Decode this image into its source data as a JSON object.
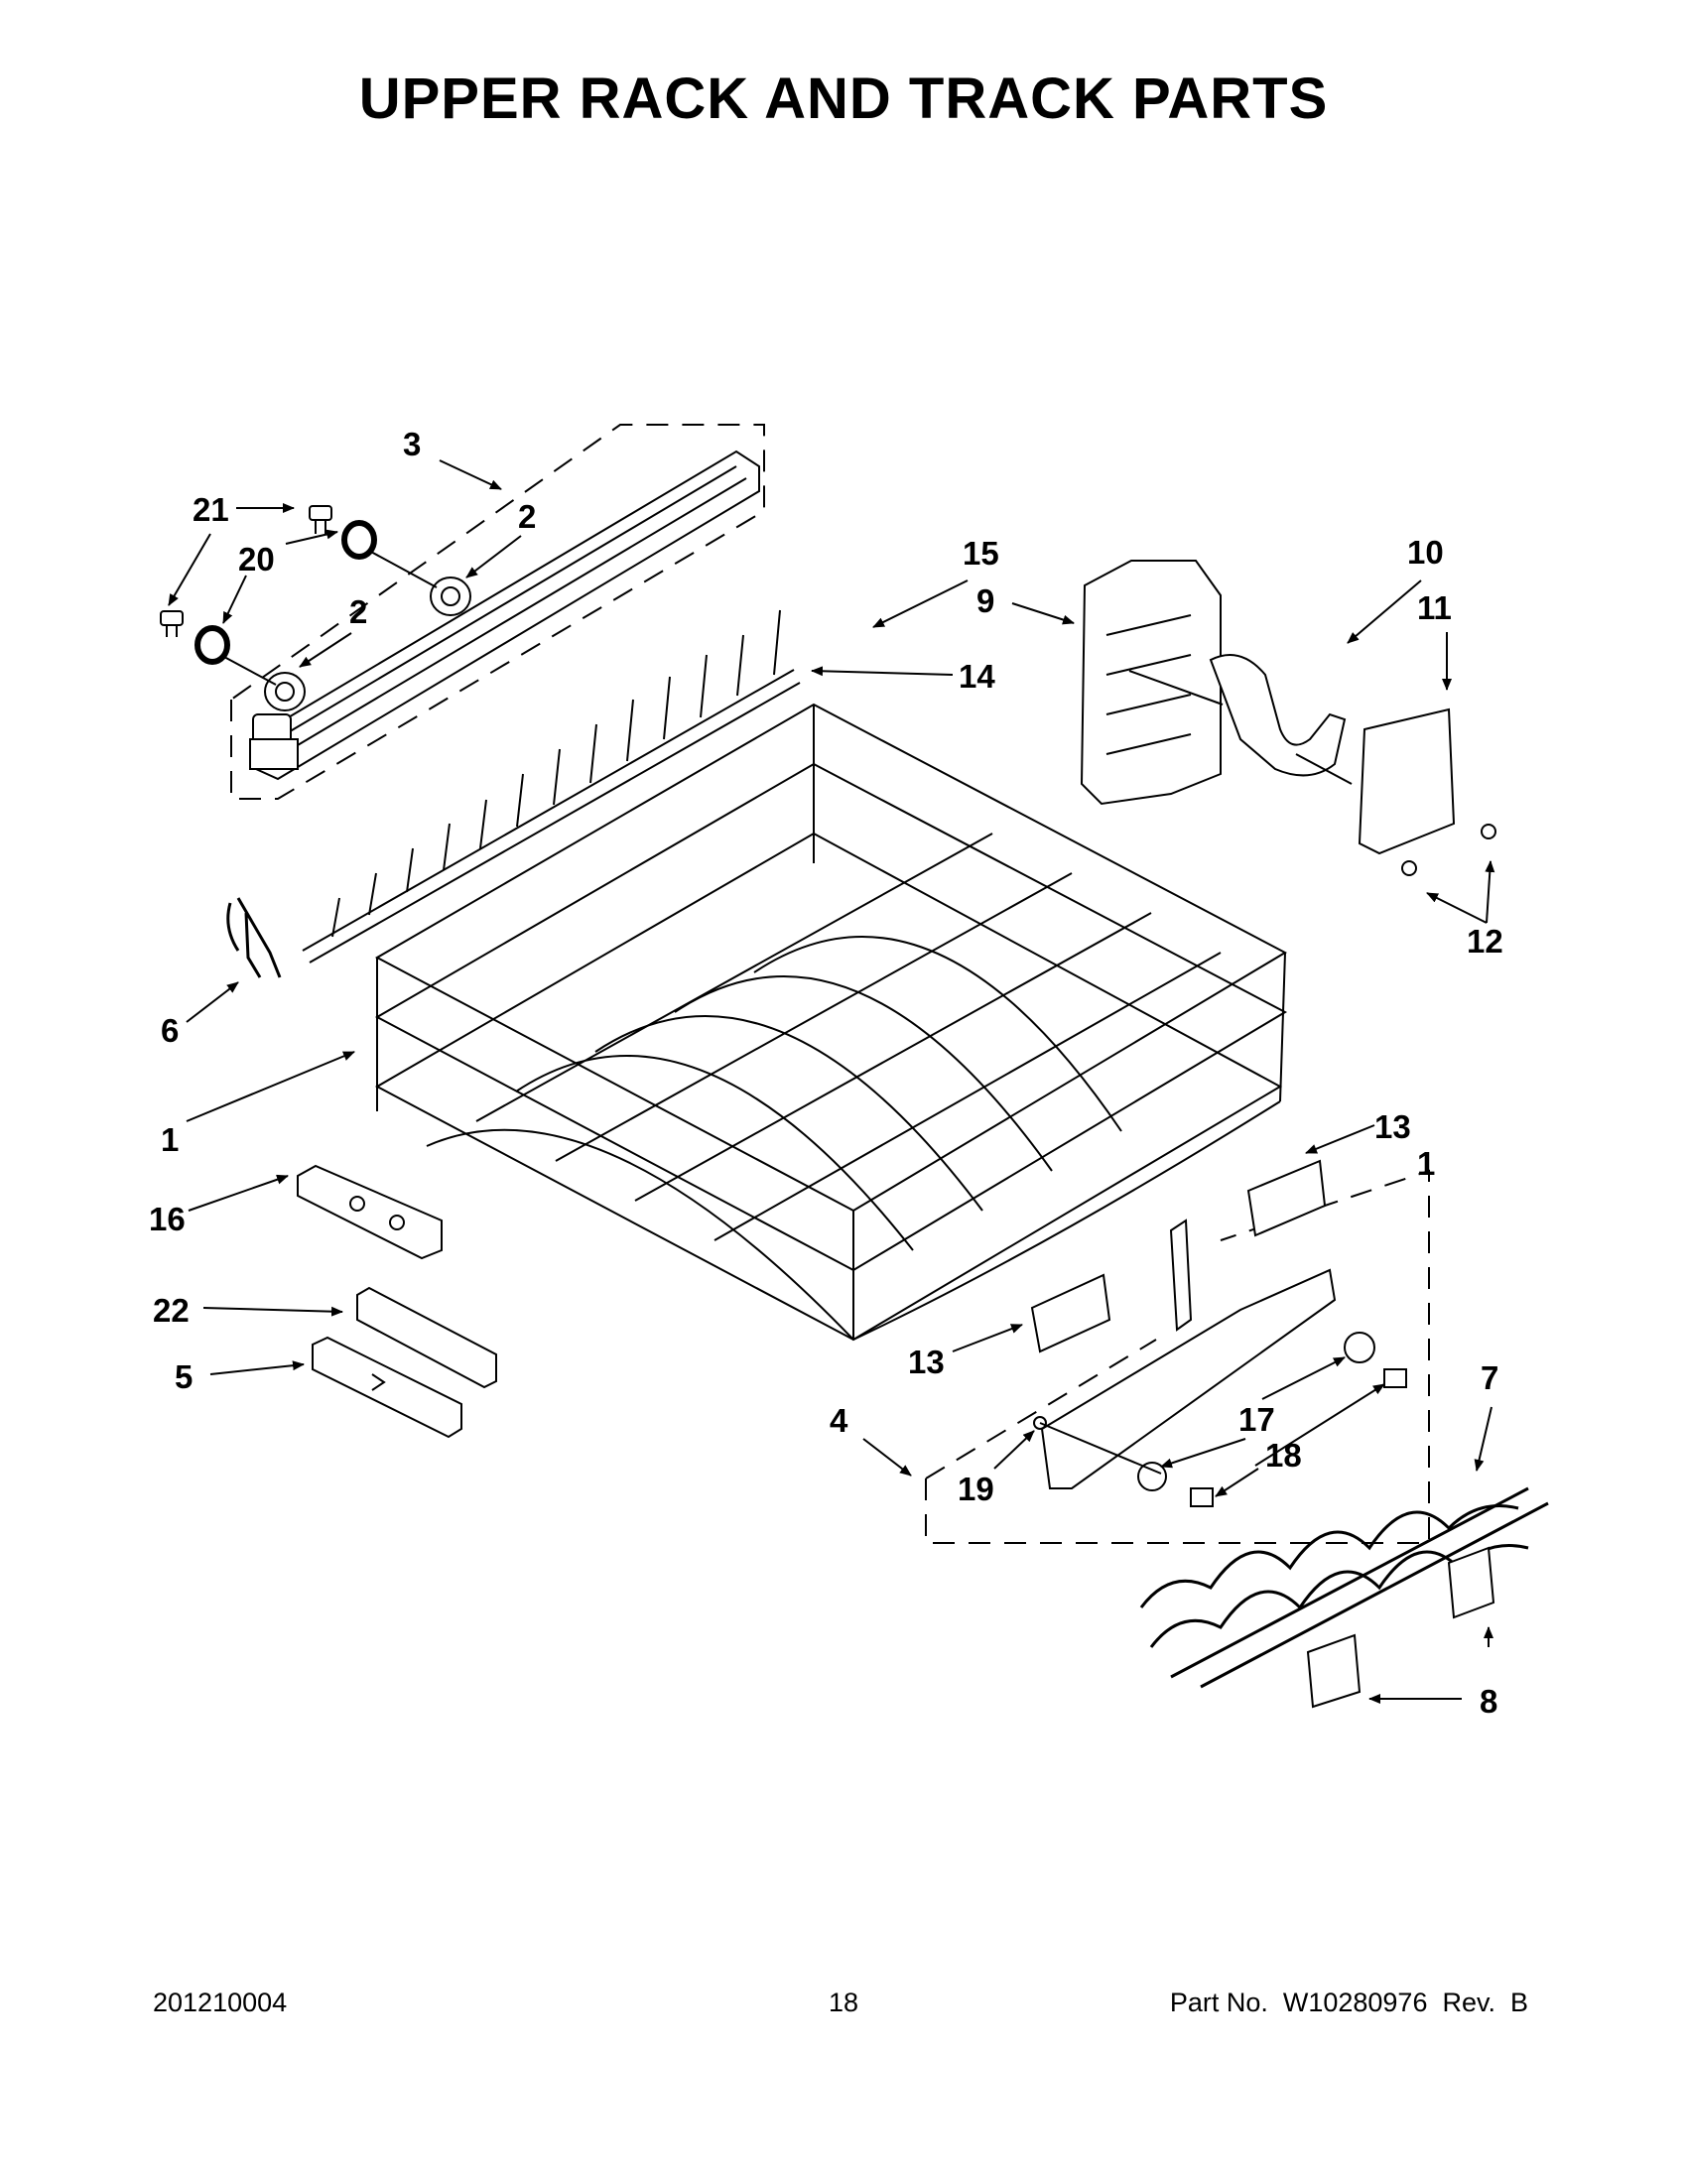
{
  "title": "UPPER RACK AND TRACK PARTS",
  "callouts": [
    "1",
    "2",
    "3",
    "4",
    "5",
    "6",
    "7",
    "8",
    "9",
    "10",
    "11",
    "12",
    "13",
    "14",
    "15",
    "16",
    "17",
    "18",
    "19",
    "20",
    "21",
    "22"
  ],
  "footer": {
    "doc_number": "201210004",
    "page_number": "18",
    "part_number": "Part No.  W10280976  Rev.  B"
  }
}
